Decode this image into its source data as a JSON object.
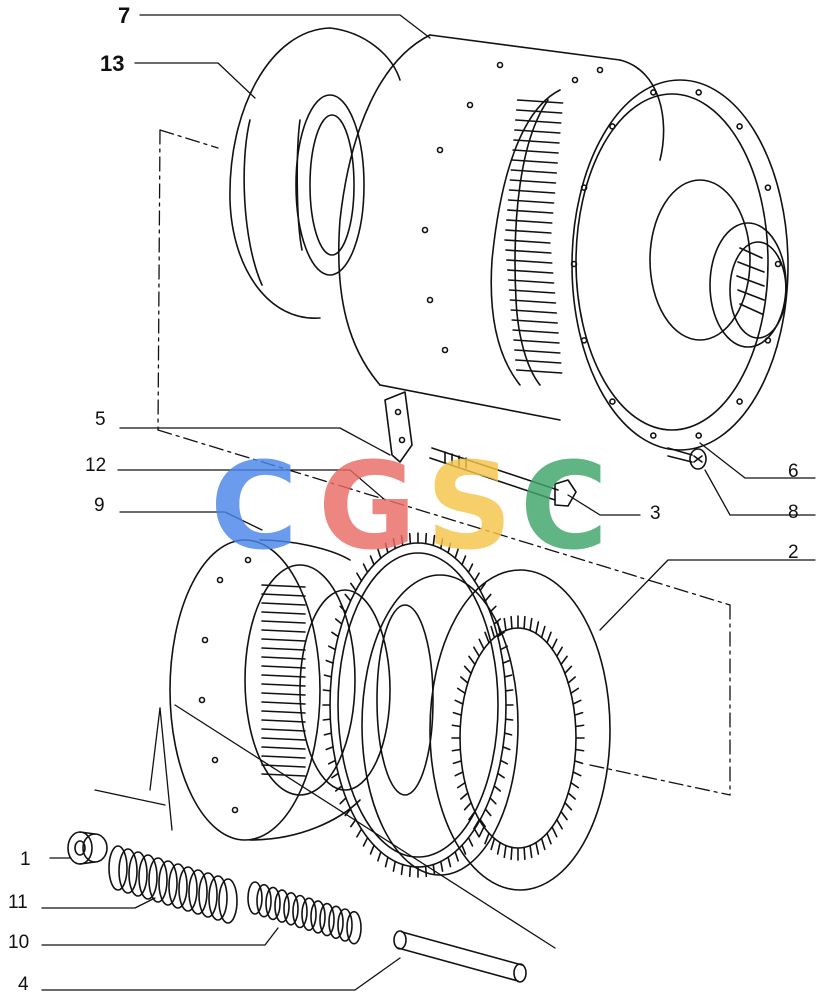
{
  "callouts": {
    "c7": "7",
    "c13": "13",
    "c5": "5",
    "c12": "12",
    "c9": "9",
    "c6": "6",
    "c3": "3",
    "c8": "8",
    "c2": "2",
    "c1": "1",
    "c11": "11",
    "c10": "10",
    "c4": "4"
  },
  "watermark": {
    "letters": [
      "C",
      "G",
      "S",
      "C"
    ],
    "colors": [
      "#4a86e8",
      "#ea6b66",
      "#f6c54a",
      "#3fa66b"
    ]
  }
}
